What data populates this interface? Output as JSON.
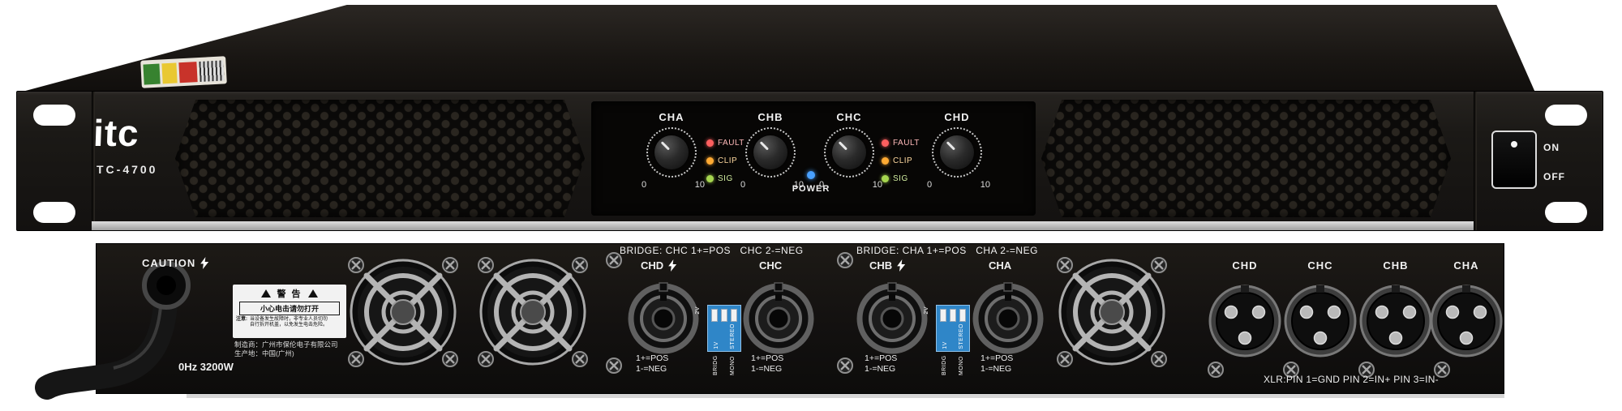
{
  "device": {
    "brand": "itc",
    "model": "TC-4700"
  },
  "front": {
    "channels": [
      "CHA",
      "CHB",
      "CHC",
      "CHD"
    ],
    "knob_scale": {
      "min": "0",
      "max": "10"
    },
    "led_labels": [
      "FAULT",
      "CLIP",
      "SIG"
    ],
    "led_colors": {
      "fault": "#ff5f5f",
      "clip": "#ffaa33",
      "sig": "#a6d64f",
      "power": "#49a0ff"
    },
    "power_label": "POWER",
    "switch": {
      "on": "ON",
      "off": "OFF"
    }
  },
  "rear": {
    "caution_label": "CAUTION",
    "power_rating": "0Hz 3200W",
    "warning_label": {
      "title": "警 告",
      "warning_text": "小心电击请勿打开",
      "note": "注意:",
      "note_line1": "当设备发生故障时，非专业人员切勿",
      "note_line2": "自行拆开机盖，以免发生电击危险。",
      "maker_line1": "制造商：广州市保伦电子有限公司",
      "maker_line2": "生产地：中国(广州)"
    },
    "bridge_headers": [
      "BRIDGE: CHC 1+=POS   CHC 2-=NEG",
      "BRIDGE: CHA 1+=POS   CHA 2-=NEG"
    ],
    "speakon_channels": [
      "CHD",
      "CHC",
      "CHB",
      "CHA"
    ],
    "speakon_pin_labels": {
      "pos": "1+=POS",
      "neg": "1-=NEG"
    },
    "dip_switch_labels": {
      "top": "2V",
      "side1": "1V",
      "side2": "STEREO",
      "bottom1": "BRIDG",
      "bottom2": "MONO"
    },
    "xlr_channels": [
      "CHD",
      "CHC",
      "CHB",
      "CHA"
    ],
    "xlr_note": "XLR:PIN 1=GND PIN 2=IN+ PIN 3=IN-"
  }
}
